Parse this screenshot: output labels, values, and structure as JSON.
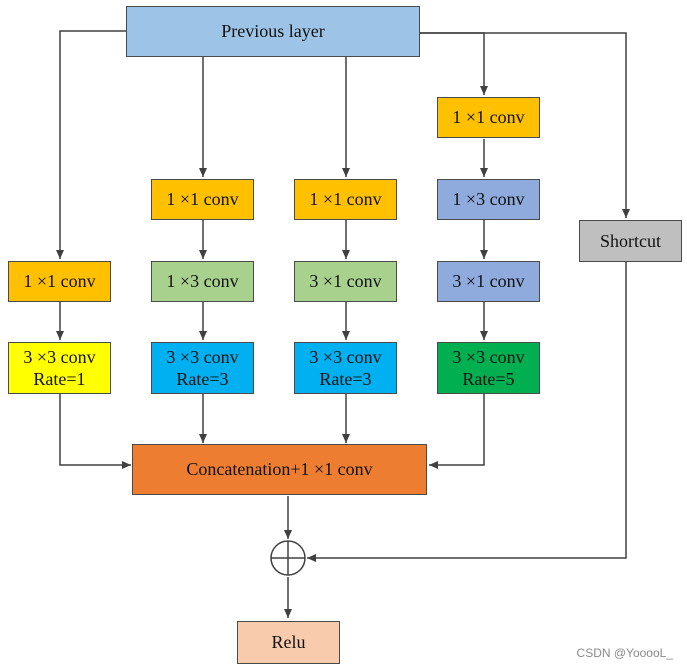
{
  "diagram": {
    "nodes": {
      "prev": {
        "label": "Previous layer",
        "color": "#9dc3e6"
      },
      "b1_conv1": {
        "label": "1 ×1 conv",
        "color": "#ffc000"
      },
      "b1_conv2": {
        "label": "3 ×3 conv",
        "sub": "Rate=1",
        "color": "#ffff00"
      },
      "b2_conv1": {
        "label": "1 ×1 conv",
        "color": "#ffc000"
      },
      "b2_conv2": {
        "label": "1 ×3 conv",
        "color": "#a9d18e"
      },
      "b2_conv3": {
        "label": "3 ×3 conv",
        "sub": "Rate=3",
        "color": "#00b0f0"
      },
      "b3_conv1": {
        "label": "1 ×1 conv",
        "color": "#ffc000"
      },
      "b3_conv2": {
        "label": "3 ×1 conv",
        "color": "#a9d18e"
      },
      "b3_conv3": {
        "label": "3 ×3 conv",
        "sub": "Rate=3",
        "color": "#00b0f0"
      },
      "b4_conv1": {
        "label": "1 ×1 conv",
        "color": "#ffc000"
      },
      "b4_conv2": {
        "label": "1 ×3 conv",
        "color": "#8faadc"
      },
      "b4_conv3": {
        "label": "3 ×1 conv",
        "color": "#8faadc"
      },
      "b4_conv4": {
        "label": "3 ×3 conv",
        "sub": "Rate=5",
        "color": "#00b050"
      },
      "shortcut": {
        "label": "Shortcut",
        "color": "#bfbfbf"
      },
      "concat": {
        "label": "Concatenation+1 ×1 conv",
        "color": "#ed7d31"
      },
      "relu": {
        "label": "Relu",
        "color": "#f8cbad"
      }
    }
  },
  "watermark": "CSDN @YooooL_"
}
